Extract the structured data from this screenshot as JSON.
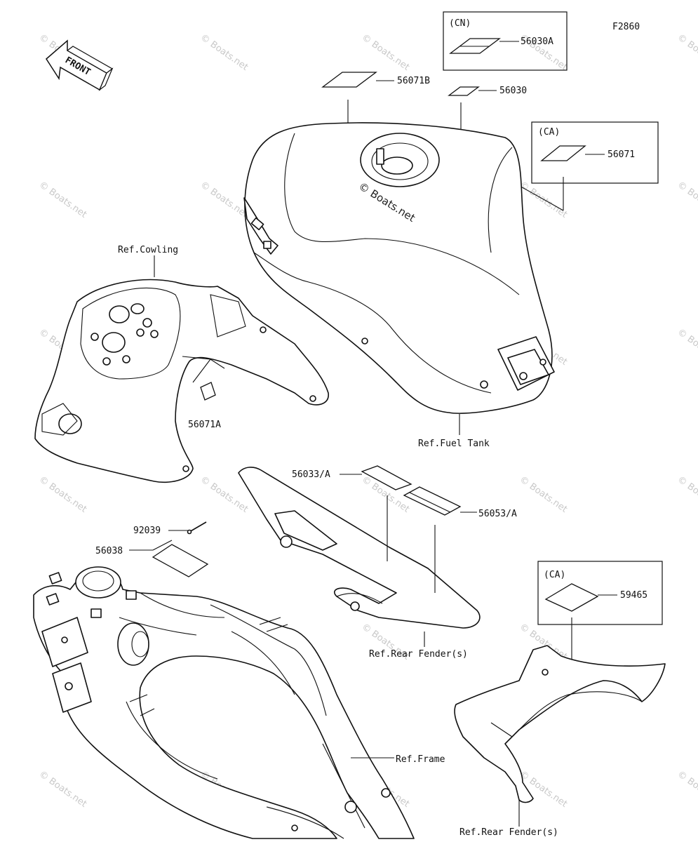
{
  "diagram_code": "F2860",
  "front_arrow_label": "FRONT",
  "watermark": "© Boats.net",
  "regions": {
    "cn": "(CN)",
    "ca_top": "(CA)",
    "ca_bottom": "(CA)"
  },
  "parts": {
    "p56030A": "56030A",
    "p56071B": "56071B",
    "p56030": "56030",
    "p56071": "56071",
    "p56071A": "56071A",
    "p56033A": "56033/A",
    "p56053A": "56053/A",
    "p92039": "92039",
    "p56038": "56038",
    "p59465": "59465"
  },
  "refs": {
    "cowling": "Ref.Cowling",
    "fuel_tank": "Ref.Fuel Tank",
    "rear_fender_1": "Ref.Rear Fender(s)",
    "frame": "Ref.Frame",
    "rear_fender_2": "Ref.Rear Fender(s)"
  }
}
